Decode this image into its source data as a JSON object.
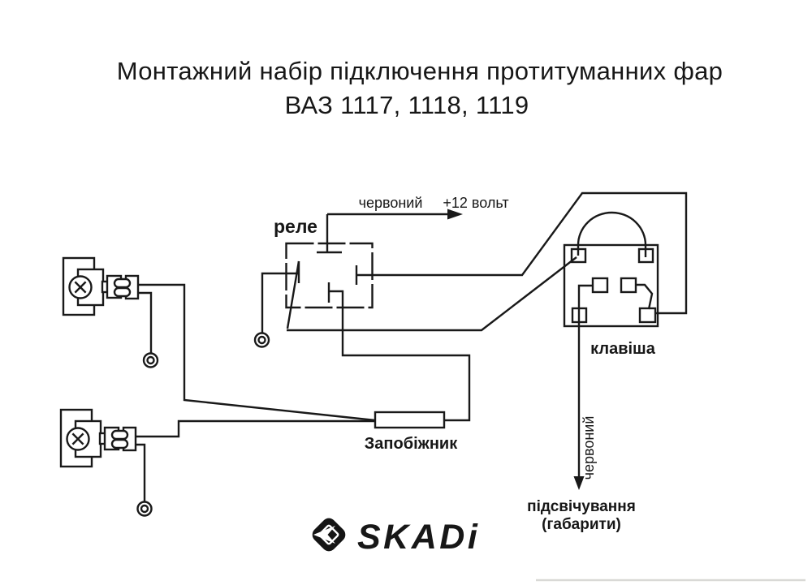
{
  "title": {
    "line1": "Монтажний набір підключення протитуманних фар",
    "line2": "ВАЗ 1117, 1118, 1119"
  },
  "labels": {
    "relay": "реле",
    "wire_color_top": "червоний",
    "supply": "+12 вольт",
    "fuse": "Запобіжник",
    "switch": "клавіша",
    "wire_color_switch": "червоний",
    "illumination_line1": "підсвічування",
    "illumination_line2": "(габарити)"
  },
  "logo": {
    "text": "SKADi",
    "icon": "skadi-diamond-arrow-icon"
  },
  "colors": {
    "ink": "#191919",
    "paper": "#ffffff"
  }
}
